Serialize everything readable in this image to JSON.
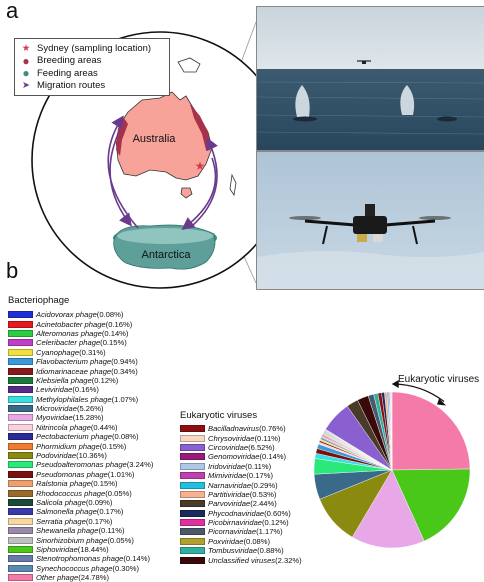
{
  "panels": {
    "a": "a",
    "b": "b"
  },
  "map": {
    "legend": [
      {
        "label": "Sydney (sampling location)",
        "color": "#d23c50",
        "symbol": "star"
      },
      {
        "label": "Breeding areas",
        "color": "#a8324a",
        "symbol": "dot"
      },
      {
        "label": "Feeding areas",
        "color": "#3f8a82",
        "symbol": "dot"
      },
      {
        "label": "Migration routes",
        "color": "#6a3b8c",
        "symbol": "arrow"
      }
    ],
    "australia_label": "Australia",
    "antarctica_label": "Antarctica",
    "colors": {
      "australia": "#f7a39a",
      "antarctica": "#5f9f99",
      "route": "#6a3b8c",
      "breeding": "#a8324a"
    }
  },
  "bacteriophage_title": "Bacteriophage",
  "bacteriophage": [
    {
      "name": "Acidovorax phage",
      "pct": "(0.08%)",
      "color": "#1f2fd8"
    },
    {
      "name": "Acinetobacter phage",
      "pct": "(0.16%)",
      "color": "#e41a1c"
    },
    {
      "name": "Alteromonas phage",
      "pct": "(0.14%)",
      "color": "#2ecc40"
    },
    {
      "name": "Celeribacter phage",
      "pct": "(0.15%)",
      "color": "#c03fc8"
    },
    {
      "name": "Cyanophage",
      "pct": "(0.31%)",
      "color": "#f0e040"
    },
    {
      "name": "Flavobacterium phage",
      "pct": "(0.94%)",
      "color": "#3a9ad9"
    },
    {
      "name": "Idiomarinaceae phage",
      "pct": "(0.34%)",
      "color": "#8a1a1a"
    },
    {
      "name": "Klebsiella phage",
      "pct": "(0.12%)",
      "color": "#1a7a3a"
    },
    {
      "name": "Leviviridae",
      "pct": "(0.16%)",
      "color": "#5a2a8a"
    },
    {
      "name": "Methylophilales phage",
      "pct": "(1.07%)",
      "color": "#3ae0e0"
    },
    {
      "name": "Microviridae",
      "pct": "(5.26%)",
      "color": "#3a6a8a"
    },
    {
      "name": "Myoviridae",
      "pct": "(15.28%)",
      "color": "#e8a8e8"
    },
    {
      "name": "Nitrincola phage",
      "pct": "(0.44%)",
      "color": "#f8d0e0"
    },
    {
      "name": "Pectobacterium phage",
      "pct": "(0.08%)",
      "color": "#2a2a9a"
    },
    {
      "name": "Phormidium phage",
      "pct": "(0.15%)",
      "color": "#f07a30"
    },
    {
      "name": "Podoviridae",
      "pct": "(10.36%)",
      "color": "#8a8a10"
    },
    {
      "name": "Pseudoalteromonas phage",
      "pct": "(3.24%)",
      "color": "#2ae87a"
    },
    {
      "name": "Pseudomonas phage",
      "pct": "(1.01%)",
      "color": "#7a1010"
    },
    {
      "name": "Ralstonia phage",
      "pct": "(0.15%)",
      "color": "#f0a070"
    },
    {
      "name": "Rhodococcus phage",
      "pct": "(0.05%)",
      "color": "#9a6a2a"
    },
    {
      "name": "Salicola phage",
      "pct": "(0.09%)",
      "color": "#1a4a3a"
    },
    {
      "name": "Salmonella phage",
      "pct": "(0.17%)",
      "color": "#3a3aaa"
    },
    {
      "name": "Serratia phage",
      "pct": "(0.17%)",
      "color": "#f8d8a0"
    },
    {
      "name": "Shewanella phage",
      "pct": "(0.11%)",
      "color": "#9a8aaa"
    },
    {
      "name": "Sinorhizobium phage",
      "pct": "(0.05%)",
      "color": "#c0c0c0"
    },
    {
      "name": "Siphoviridae",
      "pct": "(18.44%)",
      "color": "#4ac81a"
    },
    {
      "name": "Stenotrophomonas phage",
      "pct": "(0.14%)",
      "color": "#6a7aa8"
    },
    {
      "name": "Synechococcus phage",
      "pct": "(0.30%)",
      "color": "#5a8ab0"
    },
    {
      "name": "Other phage",
      "pct": "(24.78%)",
      "color": "#f47aa8"
    }
  ],
  "eukaryotic_title": "Eukaryotic viruses",
  "eukaryotic": [
    {
      "name": "Bacilladnavirus",
      "pct": "(0.76%)",
      "color": "#8a1010"
    },
    {
      "name": "Chrysoviridae",
      "pct": "(0.11%)",
      "color": "#f8d8c0"
    },
    {
      "name": "Circoviridae",
      "pct": "(6.52%)",
      "color": "#8a60d0"
    },
    {
      "name": "Genomoviridae",
      "pct": "(0.14%)",
      "color": "#9a1a7a"
    },
    {
      "name": "Iridoviridae",
      "pct": "(0.11%)",
      "color": "#b0c8e8"
    },
    {
      "name": "Mimiviridae",
      "pct": "(0.17%)",
      "color": "#c040b0"
    },
    {
      "name": "Narnaviridae",
      "pct": "(0.29%)",
      "color": "#20c0e0"
    },
    {
      "name": "Partitiviridae",
      "pct": "(0.53%)",
      "color": "#f8b090"
    },
    {
      "name": "Parvoviridae",
      "pct": "(2.44%)",
      "color": "#4a3a2a"
    },
    {
      "name": "Phycodnaviridae",
      "pct": "(0.60%)",
      "color": "#1a2a5a"
    },
    {
      "name": "Picobirnaviridae",
      "pct": "(0.12%)",
      "color": "#e030a0"
    },
    {
      "name": "Picornaviridae",
      "pct": "(1.17%)",
      "color": "#4a5a6a"
    },
    {
      "name": "Poxviridae",
      "pct": "(0.08%)",
      "color": "#b0a030"
    },
    {
      "name": "Tombusviridae",
      "pct": "(0.88%)",
      "color": "#30b0a0"
    },
    {
      "name": "Unclassified viruses",
      "pct": "(2.32%)",
      "color": "#3a0a0a"
    }
  ],
  "pie_annotation": "Eukaryotic viruses",
  "chart_data": {
    "type": "pie",
    "title": "",
    "slices": [
      {
        "name": "Other phage",
        "value": 24.78
      },
      {
        "name": "Siphoviridae",
        "value": 18.44
      },
      {
        "name": "Myoviridae",
        "value": 15.28
      },
      {
        "name": "Podoviridae",
        "value": 10.36
      },
      {
        "name": "Microviridae",
        "value": 5.26
      },
      {
        "name": "Pseudoalteromonas phage",
        "value": 3.24
      },
      {
        "name": "Methylophilales phage",
        "value": 1.07
      },
      {
        "name": "Pseudomonas phage",
        "value": 1.01
      },
      {
        "name": "Flavobacterium phage",
        "value": 0.94
      },
      {
        "name": "Nitrincola phage",
        "value": 0.44
      },
      {
        "name": "Idiomarinaceae phage",
        "value": 0.34
      },
      {
        "name": "Cyanophage",
        "value": 0.31
      },
      {
        "name": "Synechococcus phage",
        "value": 0.3
      },
      {
        "name": "Salmonella phage",
        "value": 0.17
      },
      {
        "name": "Serratia phage",
        "value": 0.17
      },
      {
        "name": "Acinetobacter phage",
        "value": 0.16
      },
      {
        "name": "Leviviridae",
        "value": 0.16
      },
      {
        "name": "Celeribacter phage",
        "value": 0.15
      },
      {
        "name": "Phormidium phage",
        "value": 0.15
      },
      {
        "name": "Ralstonia phage",
        "value": 0.15
      },
      {
        "name": "Alteromonas phage",
        "value": 0.14
      },
      {
        "name": "Stenotrophomonas phage",
        "value": 0.14
      },
      {
        "name": "Klebsiella phage",
        "value": 0.12
      },
      {
        "name": "Shewanella phage",
        "value": 0.11
      },
      {
        "name": "Salicola phage",
        "value": 0.09
      },
      {
        "name": "Acidovorax phage",
        "value": 0.08
      },
      {
        "name": "Pectobacterium phage",
        "value": 0.08
      },
      {
        "name": "Rhodococcus phage",
        "value": 0.05
      },
      {
        "name": "Sinorhizobium phage",
        "value": 0.05
      },
      {
        "name": "Circoviridae",
        "value": 6.52
      },
      {
        "name": "Parvoviridae",
        "value": 2.44
      },
      {
        "name": "Unclassified viruses",
        "value": 2.32
      },
      {
        "name": "Picornaviridae",
        "value": 1.17
      },
      {
        "name": "Tombusviridae",
        "value": 0.88
      },
      {
        "name": "Bacilladnavirus",
        "value": 0.76
      },
      {
        "name": "Phycodnaviridae",
        "value": 0.6
      },
      {
        "name": "Partitiviridae",
        "value": 0.53
      },
      {
        "name": "Narnaviridae",
        "value": 0.29
      },
      {
        "name": "Mimiviridae",
        "value": 0.17
      },
      {
        "name": "Genomoviridae",
        "value": 0.14
      },
      {
        "name": "Picobirnaviridae",
        "value": 0.12
      },
      {
        "name": "Chrysoviridae",
        "value": 0.11
      },
      {
        "name": "Iridoviridae",
        "value": 0.11
      },
      {
        "name": "Poxviridae",
        "value": 0.08
      }
    ]
  }
}
